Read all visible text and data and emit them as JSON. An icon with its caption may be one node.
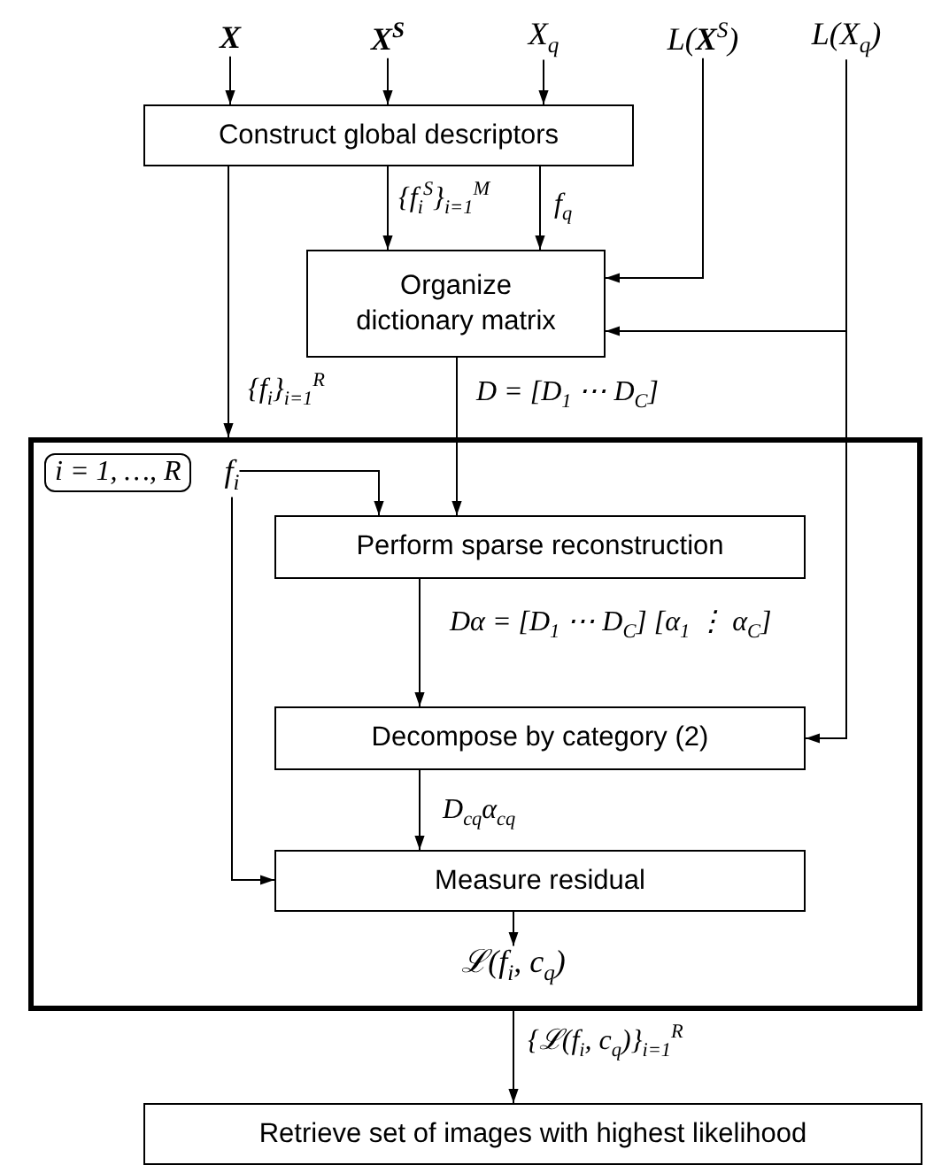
{
  "diagram": {
    "nodes": [
      {
        "text": [
          "X"
        ]
      },
      {
        "text": [
          "X$^{S}$"
        ]
      },
      {
        "text": [
          "X$_{q}$"
        ]
      },
      {
        "text": [
          "L(**X**$^{S}$)"
        ]
      },
      {
        "text": [
          "L(X$_{q}$)"
        ]
      },
      {
        "text": [
          "Construct global descriptors"
        ]
      },
      {
        "text": [
          "Organize dictionary matrix"
        ]
      },
      {
        "text": [],
        "shape": "box"
      },
      {
        "text": [
          "i = 1, …, R"
        ],
        "in": 7
      },
      {
        "text": [
          "f$_{i}$"
        ],
        "in": 7
      },
      {
        "text": [
          "Perform sparse reconstruction"
        ],
        "in": 7
      },
      {
        "text": [
          "Decompose by category (2)"
        ],
        "in": 7
      },
      {
        "text": [
          "Measure residual"
        ],
        "in": 7
      },
      {
        "text": [
          "ℒ(f$_{i}$, c$_{q}$)"
        ],
        "in": 7
      },
      {
        "text": [
          "Retrieve set of images with highest likelihood"
        ]
      }
    ],
    "edges": [
      {
        "from": 0,
        "to": 5,
        "arrow": "to"
      },
      {
        "from": 1,
        "to": 5,
        "arrow": "to"
      },
      {
        "from": 2,
        "to": 5,
        "arrow": "to"
      },
      {
        "from": 5,
        "to": 6,
        "arrow": "to",
        "label": "{f$_{i}$$^{S}$}$_{i=1}$$^{M}$"
      },
      {
        "from": 5,
        "to": 6,
        "arrow": "to",
        "label": "f$_{q}$"
      },
      {
        "from": 3,
        "to": 6,
        "arrow": "to"
      },
      {
        "from": 4,
        "to": 6,
        "arrow": "to"
      },
      {
        "from": 4,
        "to": 11,
        "arrow": "to"
      },
      {
        "from": 5,
        "to": 7,
        "arrow": "to",
        "label": "{f$_{i}$}$_{i=1}$$^{R}$"
      },
      {
        "from": 6,
        "to": 10,
        "arrow": "to",
        "label": "D = [D$_{1}$ ⋯ D$_{C}$]"
      },
      {
        "from": 9,
        "to": 10,
        "arrow": "to"
      },
      {
        "from": 10,
        "to": 11,
        "arrow": "to",
        "label": "Dα = [D$_{1}$ ⋯ D$_{C}$] [α$_{1}$ ⋮ α$_{C}$]"
      },
      {
        "from": 11,
        "to": 12,
        "arrow": "to",
        "label": "D$_{cq}$α$_{cq}$"
      },
      {
        "from": 9,
        "to": 12,
        "arrow": "to"
      },
      {
        "from": 12,
        "to": 13,
        "arrow": "to"
      },
      {
        "from": 7,
        "to": 14,
        "arrow": "to",
        "label": "{ℒ(f$_{i}$, c$_{q}$)}$_{i=1}$$^{R}$"
      }
    ]
  }
}
